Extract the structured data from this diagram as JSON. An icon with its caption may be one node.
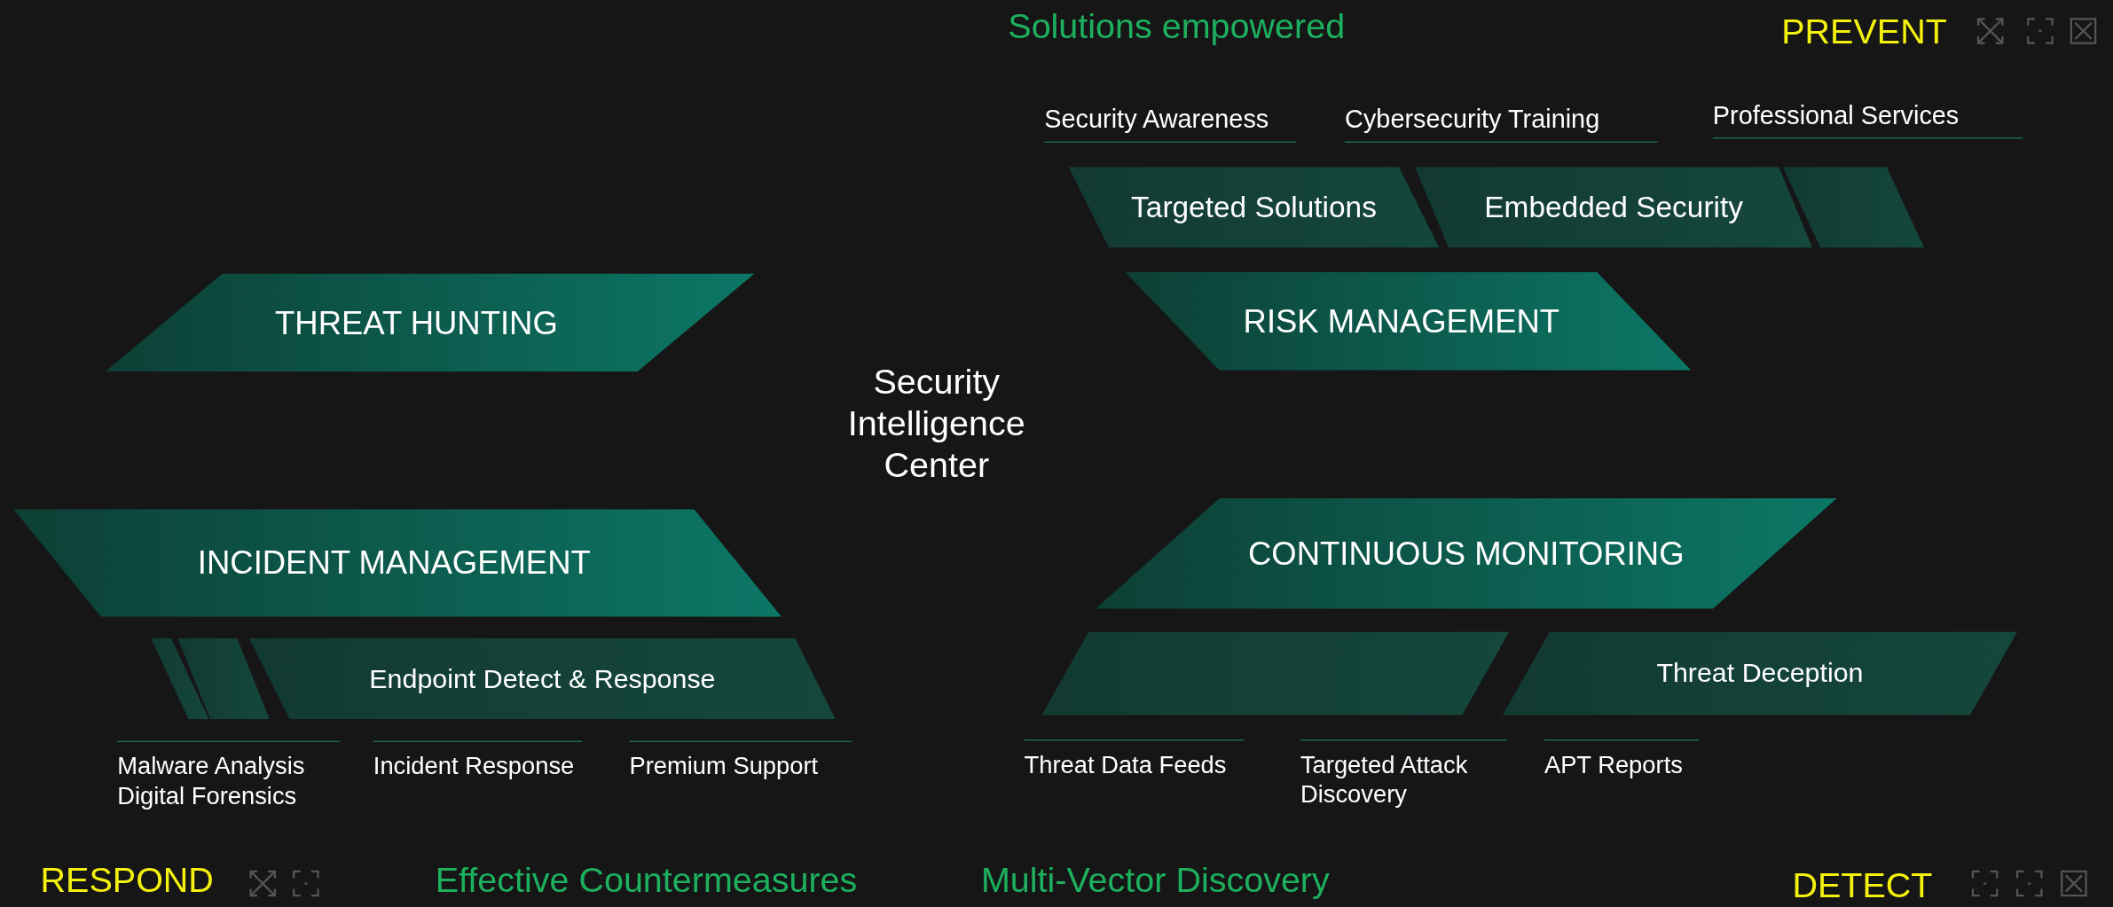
{
  "diagram": {
    "nodes": [
      {
        "text": [
          "Targeted Solutions"
        ]
      },
      {
        "text": [
          "Embedded Security"
        ]
      },
      {
        "text": [],
        "shape": "bar"
      },
      {
        "text": [
          "THREAT HUNTING"
        ]
      },
      {
        "text": [
          "RISK MANAGEMENT"
        ]
      },
      {
        "text": [
          "INCIDENT MANAGEMENT"
        ]
      },
      {
        "text": [
          "CONTINUOUS MONITORING"
        ]
      },
      {
        "text": [],
        "shape": "bar"
      },
      {
        "text": [],
        "shape": "bar"
      },
      {
        "text": [
          "Endpoint Detect & Response"
        ]
      },
      {
        "text": [],
        "shape": "bar"
      },
      {
        "text": [
          "Threat Deception"
        ]
      }
    ],
    "edges": [],
    "labels": [
      "Solutions empowered",
      "PREVENT",
      "Security Awareness",
      "Cybersecurity Training",
      "Professional Services",
      "Security Intelligence Center",
      "Malware Analysis Digital Forensics",
      "Incident Response",
      "Premium Support",
      "Threat Data Feeds",
      "Targeted Attack Discovery",
      "APT Reports",
      "RESPOND",
      "Effective Countermeasures",
      "Multi-Vector Discovery",
      "DETECT"
    ]
  }
}
